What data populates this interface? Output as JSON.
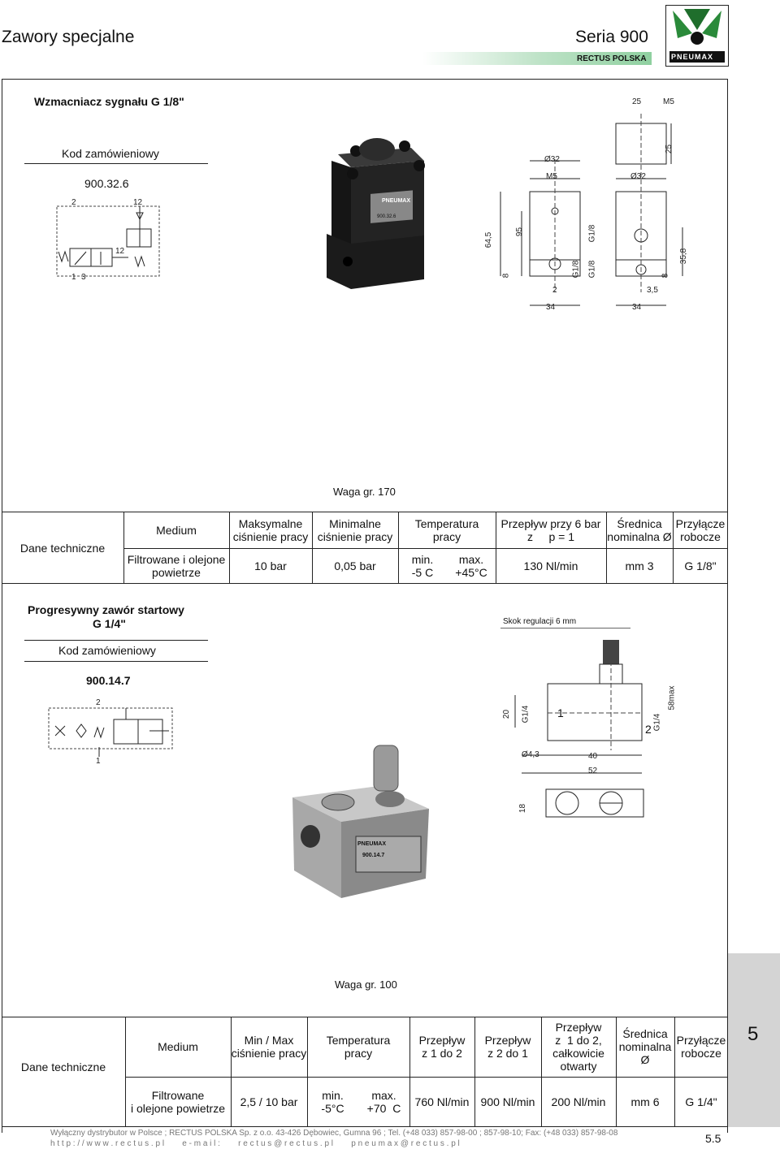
{
  "header": {
    "title_left": "Zawory specjalne",
    "title_right": "Seria 900",
    "bar_label": "RECTUS POLSKA",
    "logo_text": "PNEUMAX"
  },
  "section1": {
    "title": "Wzmacniacz sygnału G 1/8\"",
    "order_label": "Kod zamówieniowy",
    "order_code": "900.32.6",
    "weight": "Waga gr. 170",
    "photo_label": "PNEUMAX",
    "photo_code": "900.32.6",
    "symbol_ports": {
      "p2": "2",
      "p12": "12",
      "p12b": "12",
      "p1": "1",
      "p3": "3"
    },
    "dims": {
      "d25": "25",
      "m5_top": "M5",
      "d25v": "25",
      "phi32a": "Ø32",
      "m5": "M5",
      "phi32b": "Ø32",
      "d64": "64,5",
      "d95": "95",
      "g18a": "G1/8",
      "g18b": "G1/8",
      "g18c": "G1/8",
      "d8a": "8",
      "d8b": "8",
      "d358": "35,8",
      "d2": "2",
      "d35": "3,5",
      "d34a": "34",
      "d34b": "34"
    },
    "table": {
      "side_label": "Dane techniczne",
      "headers": {
        "medium": "Medium",
        "max_pressure": [
          "Maksymalne",
          "ciśnienie pracy"
        ],
        "min_pressure": [
          "Minimalne",
          "ciśnienie pracy"
        ],
        "temperature": [
          "Temperatura",
          "pracy"
        ],
        "flow": [
          "Przepływ przy 6 bar",
          "z     p = 1"
        ],
        "diameter": [
          "Średnica",
          "nominalna Ø"
        ],
        "connection": [
          "Przyłącze",
          "robocze"
        ]
      },
      "values": {
        "medium": [
          "Filtrowane i olejone",
          "powietrze"
        ],
        "max_pressure": "10 bar",
        "min_pressure": "0,05 bar",
        "temp_min": [
          "min.",
          "-5 C"
        ],
        "temp_max": [
          "max.",
          "+45°C"
        ],
        "flow": "130 Nl/min",
        "diameter": "mm 3",
        "connection": "G 1/8\""
      }
    }
  },
  "section2": {
    "title_line1": "Progresywny zawór startowy",
    "title_line2": "G 1/4\"",
    "order_label": "Kod zamówieniowy",
    "order_code": "900.14.7",
    "weight": "Waga gr. 100",
    "adjust_label": "Skok regulacji  6 mm",
    "photo_label": "PNEUMAX",
    "photo_code": "900.14.7",
    "symbol_ports": {
      "p2": "2",
      "p1": "1"
    },
    "dims": {
      "d20": "20",
      "g14a": "G1/4",
      "port1": "1",
      "port2": "2",
      "g14b": "G1/4",
      "d58": "58max",
      "phi43": "Ø4,3",
      "d40": "40",
      "d52": "52",
      "d18": "18"
    },
    "table": {
      "side_label": "Dane techniczne",
      "headers": {
        "medium": "Medium",
        "pressure": [
          "Min / Max",
          "ciśnienie pracy"
        ],
        "temperature": [
          "Temperatura",
          "pracy"
        ],
        "flow12": [
          "Przepływ",
          "z 1 do 2"
        ],
        "flow21": [
          "Przepływ",
          "z 2 do 1"
        ],
        "flow_open": [
          "Przepływ",
          "z  1 do 2,",
          "całkowicie",
          "otwarty"
        ],
        "diameter": [
          "Średnica",
          "nominalna",
          "Ø"
        ],
        "connection": [
          "Przyłącze",
          "robocze"
        ]
      },
      "values": {
        "medium": [
          "Filtrowane",
          "i olejone powietrze"
        ],
        "pressure": "2,5 / 10 bar",
        "temp_min": [
          "min.",
          "-5°C"
        ],
        "temp_max": [
          "max.",
          "+70  C"
        ],
        "flow12": "760 Nl/min",
        "flow21": "900 Nl/min",
        "flow_open": "200 Nl/min",
        "diameter": "mm 6",
        "connection": "G 1/4\""
      }
    }
  },
  "side_tab": "5",
  "footer": {
    "line1": "Wyłączny dystrybutor w Polsce ;  RECTUS POLSKA  Sp. z o.o.   43-426   Dębowiec, Gumna 96 ; Tel. (+48 033) 857-98-00 ; 857-98-10;  Fax: (+48 033)  857-98-08",
    "line2": "h t t p : / / w w w . r e c t u s . p l        e - m a i l :        r e c t u s @ r e c t u s . p l        p n e u m a x @ r e c t u s . p l",
    "page": "5.5"
  }
}
